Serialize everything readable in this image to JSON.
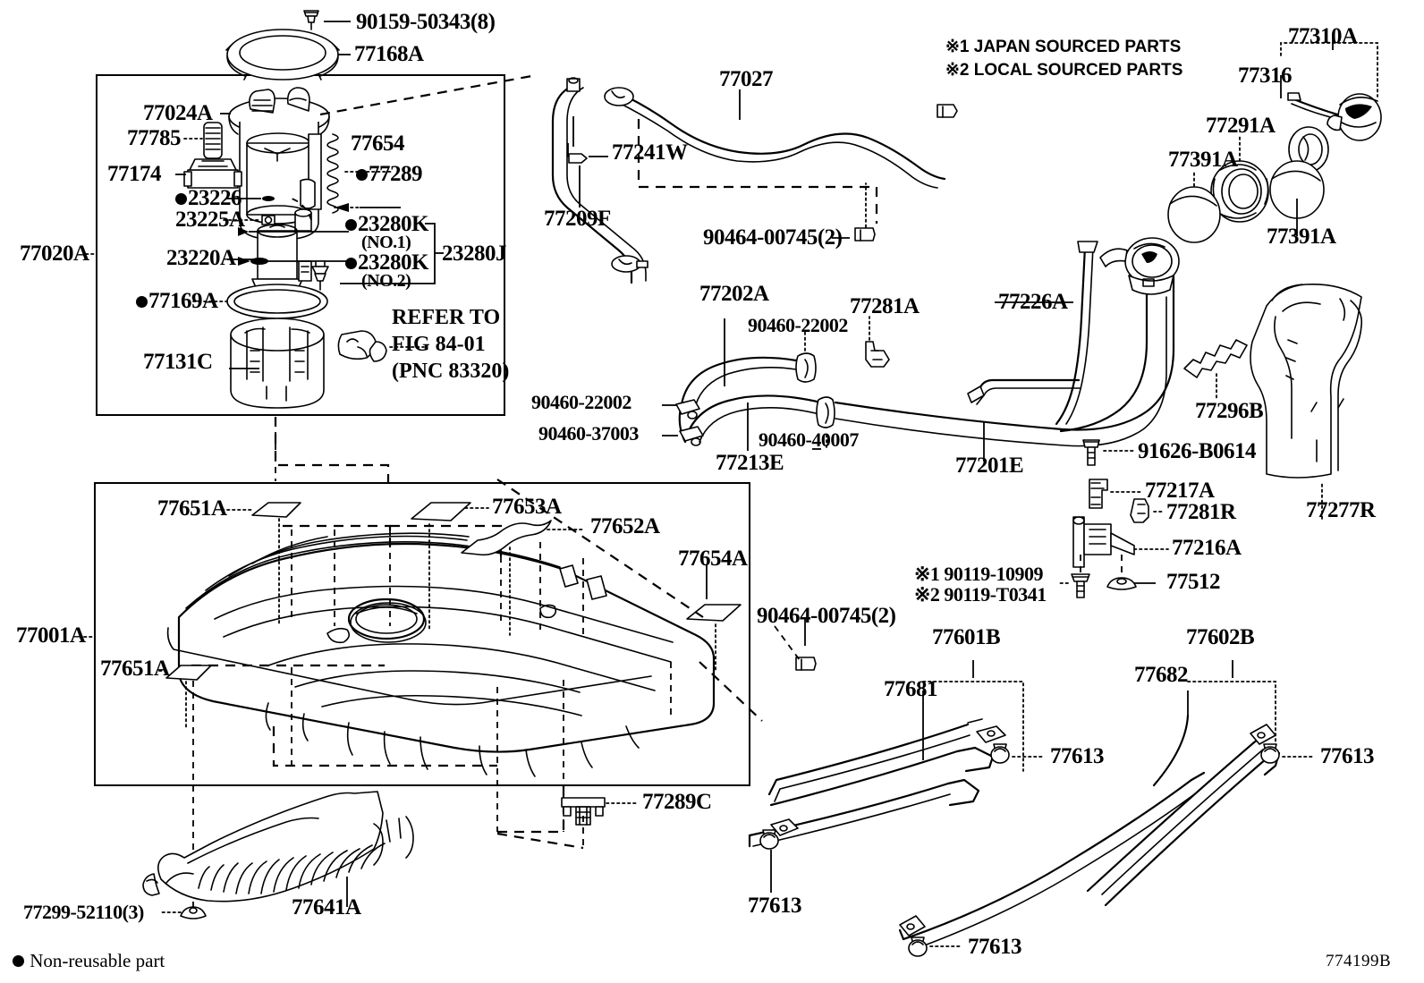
{
  "diagram": {
    "figure_number": "774199B",
    "legend": {
      "japan_sourced": "※1 JAPAN SOURCED PARTS",
      "local_sourced": "※2 LOCAL SOURCED PARTS"
    },
    "footnote": "Non-reusable part",
    "refer_note_line1": "REFER TO",
    "refer_note_line2": "FIG 84-01",
    "refer_note_line3": "(PNC 83320)"
  },
  "labels": {
    "bolt_90159": "90159-50343(8)",
    "gasket_77168A": "77168A",
    "assy_77020A": "77020A",
    "pump_77024A": "77024A",
    "part_77785": "77785",
    "part_77174": "77174",
    "part_23226": "23226",
    "part_23225A": "23225A",
    "part_23220A": "23220A",
    "part_77169A": "77169A",
    "part_77131C": "77131C",
    "part_77654": "77654",
    "part_77289": "77289",
    "part_23280K_1": "23280K",
    "part_23280K_1_sub": "(NO.1)",
    "part_23280K_2": "23280K",
    "part_23280K_2_sub": "(NO.2)",
    "part_23280J": "23280J",
    "hose_77027": "77027",
    "clamp_77241W": "77241W",
    "tube_77209F": "77209F",
    "clip_90464_top": "90464-00745(2)",
    "hose_77202A": "77202A",
    "clamp_90460_22002_a": "90460-22002",
    "clamp_90460_22002_b": "90460-22002",
    "clamp_90460_37003": "90460-37003",
    "clamp_90460_40007": "90460-40007",
    "hose_77213E": "77213E",
    "clip_77281A": "77281A",
    "pipe_77201E": "77201E",
    "hose_77226A": "77226A",
    "clip_77296B": "77296B",
    "bolt_91626": "91626-B0614",
    "clip_77217A": "77217A",
    "clip_77281R": "77281R",
    "bracket_77216A": "77216A",
    "grommet_77512": "77512",
    "bolt_90119_1": "※1 90119-10909",
    "bolt_90119_2": "※2 90119-T0341",
    "cap_77310A": "77310A",
    "part_77316": "77316",
    "part_77291A": "77291A",
    "part_77391A_a": "77391A",
    "part_77391A_b": "77391A",
    "protector_77277R": "77277R",
    "tank_77001A": "77001A",
    "pad_77651A_a": "77651A",
    "pad_77651A_b": "77651A",
    "pad_77653A": "77653A",
    "pad_77652A": "77652A",
    "pad_77654A": "77654A",
    "clip_90464_tank": "90464-00745(2)",
    "protector_77641A": "77641A",
    "bolt_77299": "77299-52110(3)",
    "clip_77289C": "77289C",
    "band_77601B": "77601B",
    "band_77681": "77681",
    "band_77602B": "77602B",
    "band_77682": "77682",
    "bolt_77613_a": "77613",
    "bolt_77613_b": "77613",
    "bolt_77613_c": "77613",
    "bolt_77613_d": "77613"
  }
}
